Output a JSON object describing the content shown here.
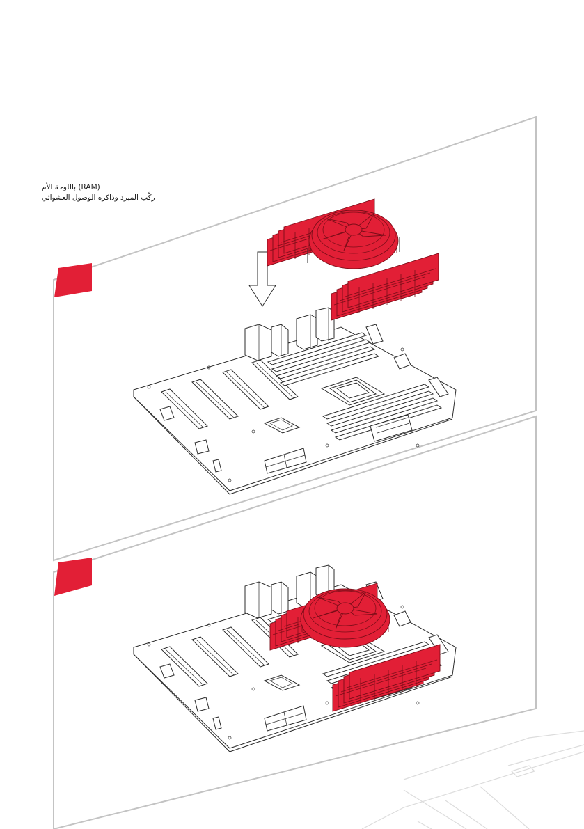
{
  "instruction": {
    "line1": "(RAM) باللوحة الأم",
    "line2": "ركّب المبرد وذاكرة الوصول العشوائي"
  },
  "colors": {
    "accent": "#e21f36",
    "frame": "#c3c3c3"
  },
  "icons": {
    "step1_badge": "red-parallelogram-badge",
    "step2_badge": "red-parallelogram-badge",
    "arrow": "down-arrow-icon"
  }
}
